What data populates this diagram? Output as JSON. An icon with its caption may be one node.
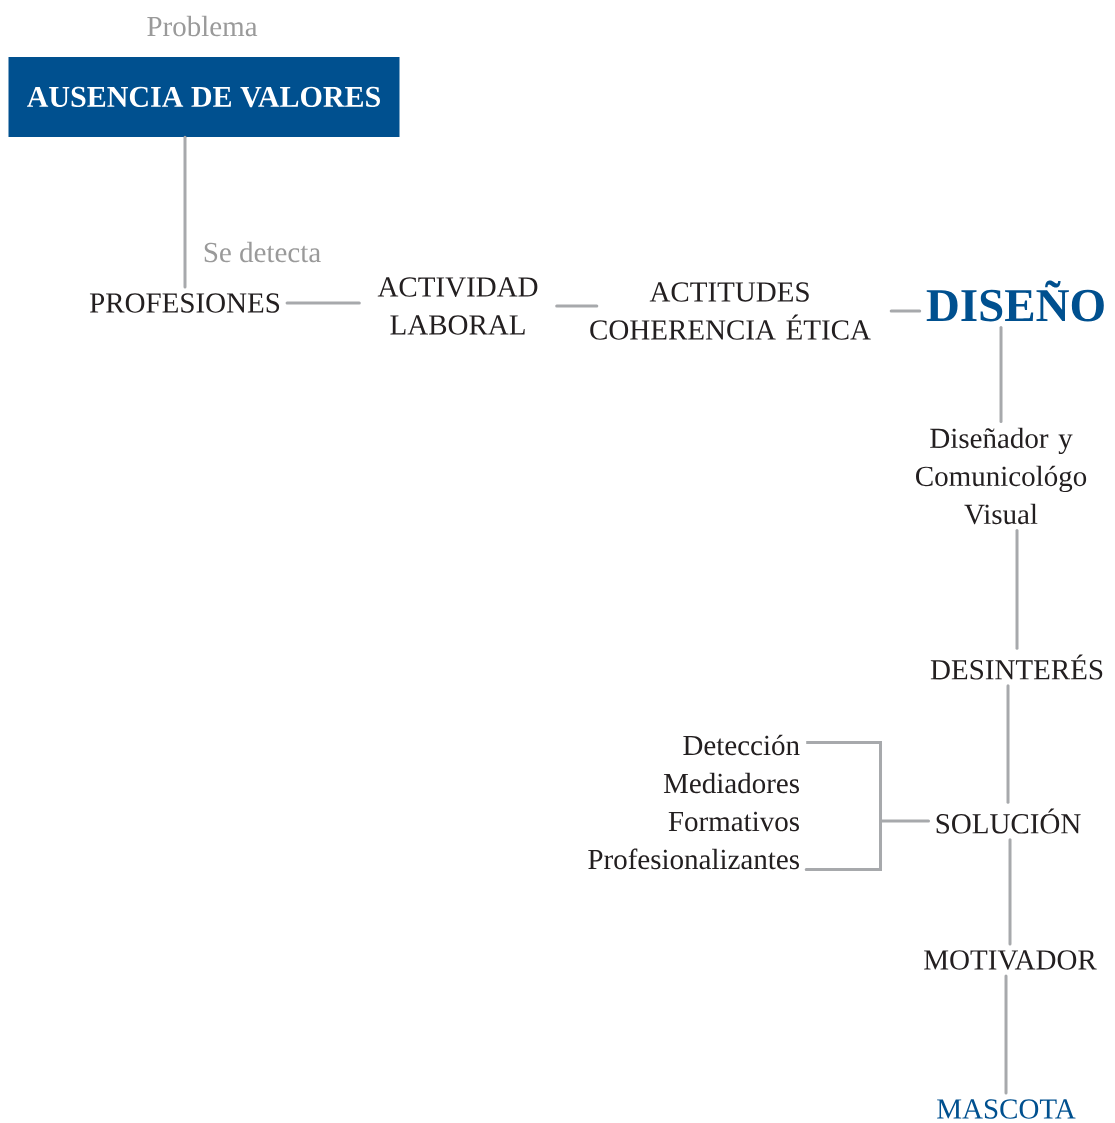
{
  "diagram": {
    "nodes": [
      {
        "text": [
          "Problema",
          "AUSENCIA DE VALORES"
        ]
      },
      {
        "text": [
          "PROFESIONES"
        ]
      },
      {
        "text": [
          "ACTIVIDAD LABORAL"
        ]
      },
      {
        "text": [
          "ACTITUDES COHERENCIA ÉTICA"
        ]
      },
      {
        "text": [
          "DISEÑO"
        ]
      },
      {
        "text": [
          "Diseñador y Comunicológo Visual"
        ]
      },
      {
        "text": [
          "DESINTERÉS"
        ]
      },
      {
        "text": [
          "Detección Mediadores Formativos Profesionalizantes"
        ]
      },
      {
        "text": [
          "SOLUCIÓN"
        ]
      },
      {
        "text": [
          "MOTIVADOR"
        ]
      },
      {
        "text": [
          "MASCOTA"
        ]
      }
    ],
    "edges": [
      {
        "from": 0,
        "to": 1,
        "arrow": "none",
        "label": "Se detecta"
      },
      {
        "from": 1,
        "to": 2,
        "arrow": "none"
      },
      {
        "from": 2,
        "to": 3,
        "arrow": "none"
      },
      {
        "from": 3,
        "to": 4,
        "arrow": "none"
      },
      {
        "from": 4,
        "to": 5,
        "arrow": "none"
      },
      {
        "from": 5,
        "to": 6,
        "arrow": "none"
      },
      {
        "from": 6,
        "to": 8,
        "arrow": "none"
      },
      {
        "from": 8,
        "to": 7,
        "arrow": "none"
      },
      {
        "from": 8,
        "to": 9,
        "arrow": "none"
      },
      {
        "from": 9,
        "to": 10,
        "arrow": "none"
      }
    ]
  }
}
